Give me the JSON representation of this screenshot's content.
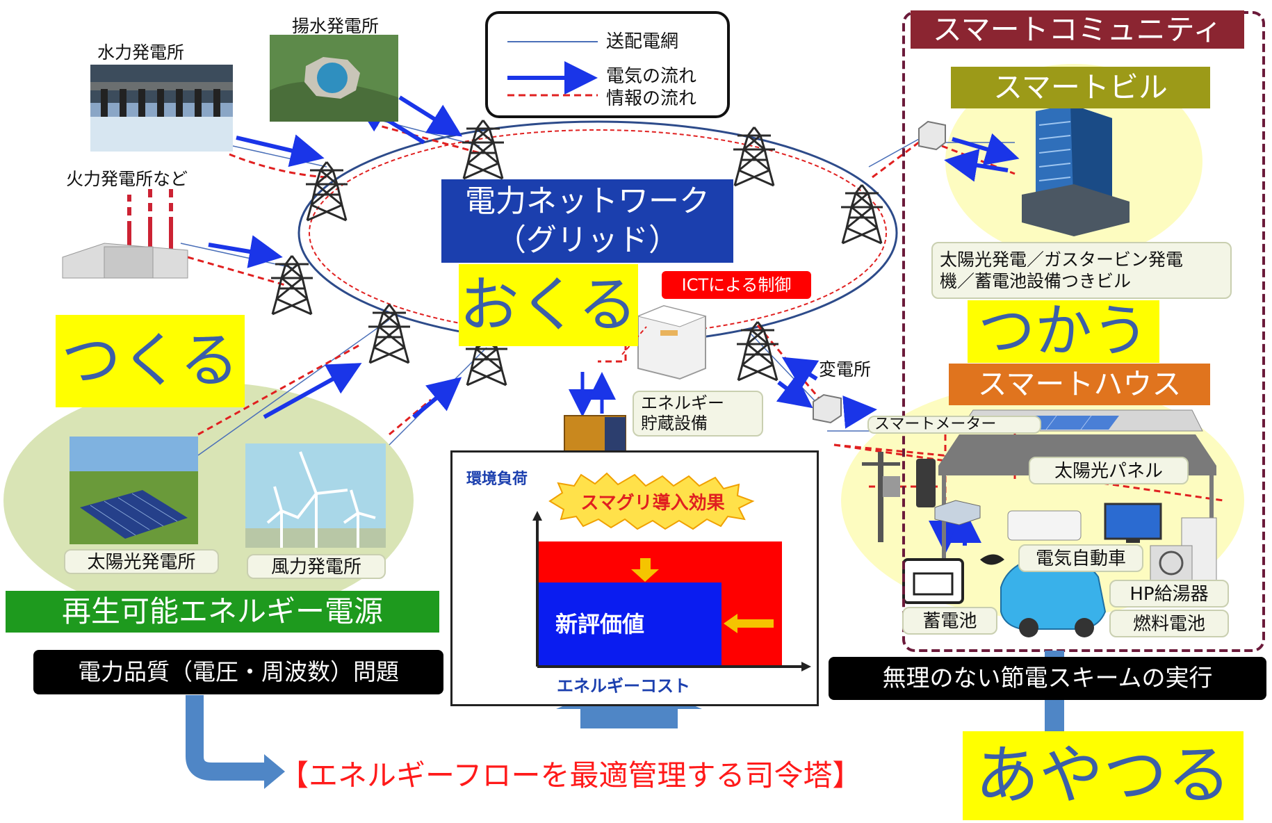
{
  "legend": {
    "items": [
      {
        "label": "送配電網",
        "color": "#4a6fb8",
        "style": "thin-line"
      },
      {
        "label": "電気の流れ",
        "color": "#1a35e8",
        "style": "arrow"
      },
      {
        "label": "情報の流れ",
        "color": "#e02020",
        "style": "dashed-line"
      }
    ]
  },
  "plants": {
    "hydro": "水力発電所",
    "pumped": "揚水発電所",
    "thermal": "火力発電所など",
    "solar": "太陽光発電所",
    "wind": "風力発電所"
  },
  "grid": {
    "title_line1": "電力ネットワーク",
    "title_line2": "（グリッド）",
    "okuru": "おくる",
    "ict": "ICTによる制御",
    "storage": "エネルギー\n貯蔵設備",
    "substation": "変電所"
  },
  "tsukuru": "つくる",
  "renewable": "再生可能エネルギー電源",
  "quality": "電力品質（電圧・周波数）問題",
  "community": {
    "title": "スマートコミュニティ",
    "building": "スマートビル",
    "building_desc": "太陽光発電／ガスタービン発電\n機／蓄電池設備つきビル",
    "tsukau": "つかう",
    "house": "スマートハウス",
    "meter": "スマートメーター",
    "panel": "太陽光パネル",
    "ev": "電気自動車",
    "hp": "HP給湯器",
    "battery": "蓄電池",
    "fuelcell": "燃料電池"
  },
  "scheme": "無理のない節電スキームの実行",
  "command": "【エネルギーフローを最適管理する司令塔】",
  "ayatsuru": "あやつる",
  "inset": {
    "ylabel": "環境負荷",
    "burst": "スマグリ導入効果",
    "value": "新評価値",
    "xlabel": "エネルギーコスト"
  },
  "colors": {
    "grid_blue": "#1b3fae",
    "green": "#1e9a1e",
    "maroon": "#8b2531",
    "olive": "#9c9a18",
    "orange": "#e0741e",
    "yellow": "#ffff00",
    "text_blue": "#3b5ea8",
    "red": "#e02020"
  }
}
